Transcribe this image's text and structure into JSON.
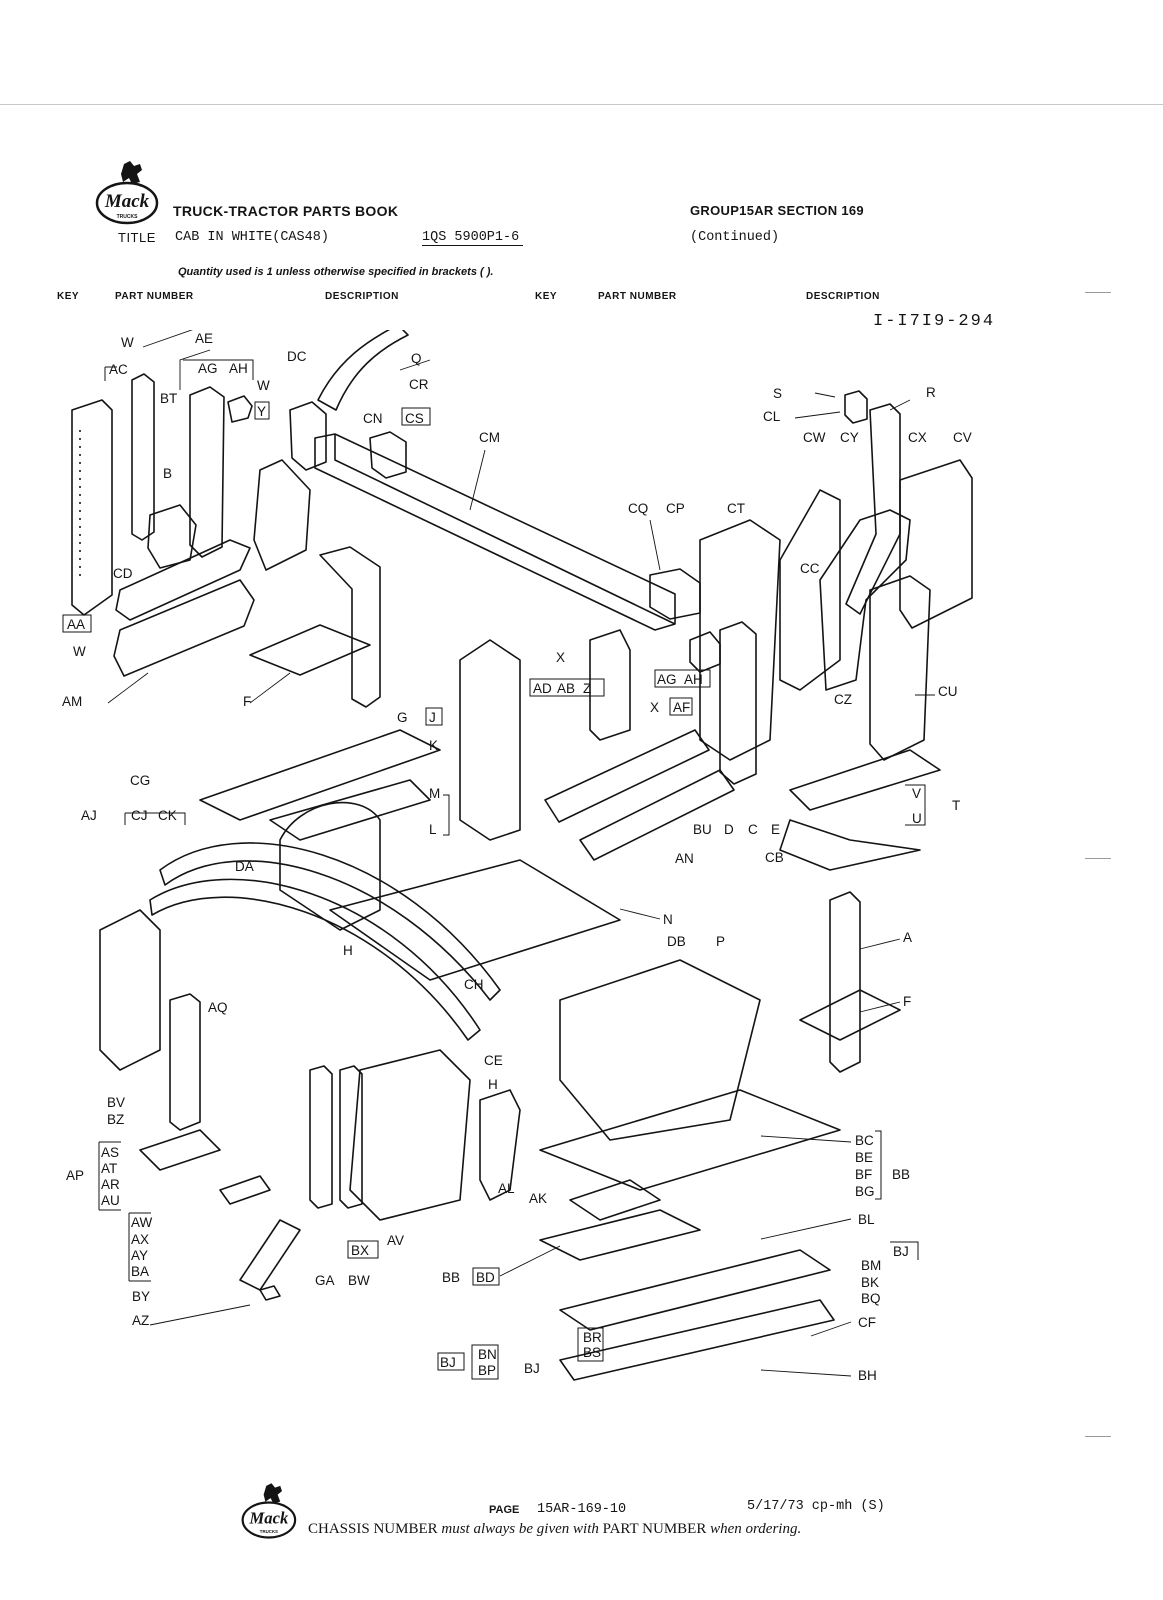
{
  "header": {
    "book_title": "TRUCK-TRACTOR PARTS BOOK",
    "group_section": "GROUP15AR SECTION 169",
    "title_label": "TITLE",
    "title_value": "CAB IN WHITE(CAS48)",
    "drawing_ref": "1QS 5900P1-6",
    "continued": "(Continued)",
    "quantity_note": "Quantity used is 1 unless otherwise specified in brackets (  ).",
    "logo_text": "Mack",
    "logo_sub": "TRUCKS"
  },
  "columns": {
    "left": {
      "key": "KEY",
      "part_number": "PART NUMBER",
      "description": "DESCRIPTION"
    },
    "right": {
      "key": "KEY",
      "part_number": "PART NUMBER",
      "description": "DESCRIPTION"
    }
  },
  "drawing": {
    "number": "I-I7I9-294",
    "callouts": [
      "W",
      "AE",
      "AG",
      "AH",
      "W",
      "Y",
      "AC",
      "BT",
      "B",
      "CD",
      "AA",
      "W",
      "AM",
      "DC",
      "Q",
      "CR",
      "CS",
      "CN",
      "CM",
      "F",
      "S",
      "R",
      "CL",
      "CW",
      "CY",
      "CX",
      "CV",
      "CQ",
      "CP",
      "CT",
      "CC",
      "X",
      "AD",
      "AB",
      "Z",
      "AG",
      "AH",
      "X",
      "AF",
      "CZ",
      "CU",
      "G",
      "J",
      "K",
      "M",
      "L",
      "CG",
      "AJ",
      "CJ",
      "CK",
      "DA",
      "V",
      "U",
      "T",
      "BU",
      "D",
      "C",
      "E",
      "AN",
      "CB",
      "N",
      "DB",
      "P",
      "H",
      "CH",
      "A",
      "F",
      "AQ",
      "CE",
      "H",
      "BV",
      "BZ",
      "AS",
      "AT",
      "AR",
      "AU",
      "AP",
      "AL",
      "AK",
      "BC",
      "BE",
      "BF",
      "BG",
      "BB",
      "AW",
      "AX",
      "AY",
      "BA",
      "BL",
      "AV",
      "BX",
      "BJ",
      "BM",
      "BK",
      "BQ",
      "BY",
      "GA",
      "BW",
      "BB",
      "BD",
      "AZ",
      "CF",
      "BR",
      "BS",
      "BJ",
      "BN",
      "BP",
      "BJ",
      "BH"
    ]
  },
  "footer": {
    "page_label": "PAGE",
    "page_value": "15AR-169-10",
    "date_code": "5/17/73 cp-mh (S)",
    "chassis_note_1": "CHASSIS NUMBER",
    "chassis_note_2": "must always be given with",
    "chassis_note_3": "PART NUMBER",
    "chassis_note_4": "when ordering."
  }
}
